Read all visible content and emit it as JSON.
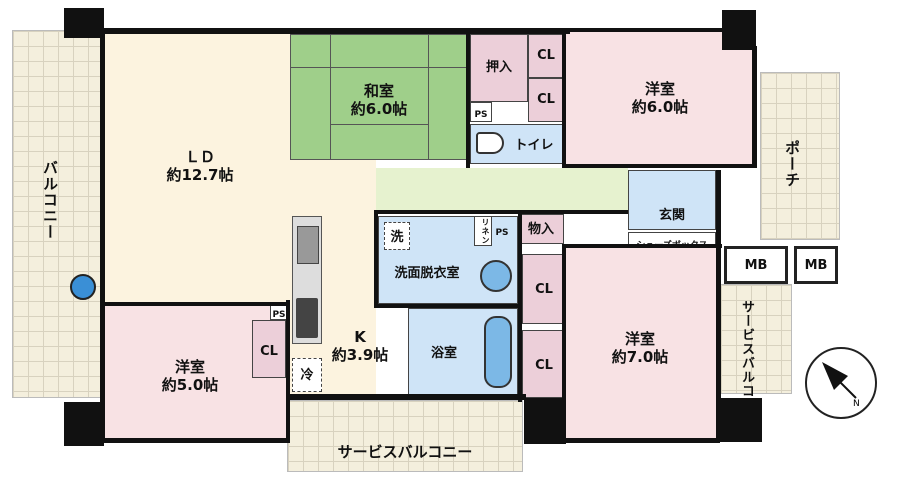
{
  "rooms": {
    "ld": {
      "name": "ＬＤ",
      "size": "約12.7帖"
    },
    "washitsu": {
      "name": "和室",
      "size": "約6.0帖"
    },
    "yoshitsu_ne": {
      "name": "洋室",
      "size": "約6.0帖"
    },
    "yoshitsu_sw": {
      "name": "洋室",
      "size": "約5.0帖"
    },
    "yoshitsu_se": {
      "name": "洋室",
      "size": "約7.0帖"
    },
    "kitchen": {
      "name": "K",
      "size": "約3.9帖"
    },
    "bath": {
      "name": "浴室"
    },
    "wash": {
      "name": "洗面脱衣室"
    },
    "genkan": {
      "name": "玄関"
    },
    "toilet": {
      "name": "トイレ"
    },
    "porch": {
      "name": "ポーチ"
    },
    "balcony": {
      "name": "バルコニー"
    },
    "service_balcony_bottom": {
      "name": "サービスバルコニー"
    },
    "service_balcony_right": {
      "name": "サービスバルコニー"
    }
  },
  "labels": {
    "oshiire": "押入",
    "cl": "CL",
    "ps": "PS",
    "monoire": "物入",
    "shoes_box": "シューズボックス",
    "mb": "MB",
    "sen": "洗",
    "rei": "冷",
    "rinen": "リネン"
  },
  "compass": {
    "label": "N"
  }
}
